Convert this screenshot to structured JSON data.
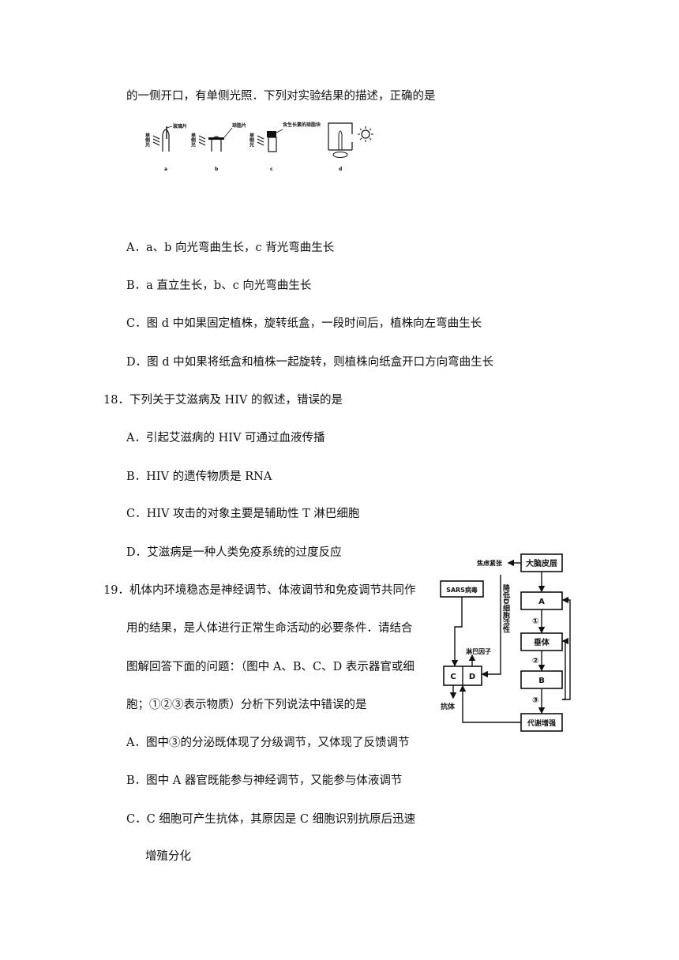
{
  "q17": {
    "stem_tail": "的一侧开口，有单侧光照．下列对实验结果的描述，正确的是",
    "figure": {
      "light_label": "单侧光",
      "glass_label": "玻璃片",
      "agar_label": "琼脂片",
      "auxin_agar_label": "含生长素的琼脂块",
      "panels": [
        "a",
        "b",
        "c",
        "d"
      ]
    },
    "options": [
      "A．a、b 向光弯曲生长，c 背光弯曲生长",
      "B．a 直立生长，b、c 向光弯曲生长",
      "C．图 d 中如果固定植株，旋转纸盒，一段时间后，植株向左弯曲生长",
      "D．图 d 中如果将纸盒和植株一起旋转，则植株向纸盒开口方向弯曲生长"
    ]
  },
  "q18": {
    "stem": "18．下列关于艾滋病及 HIV 的叙述，错误的是",
    "options": [
      "A．引起艾滋病的 HIV 可通过血液传播",
      "B．HIV 的遗传物质是 RNA",
      "C．HIV 攻击的对象主要是辅助性 T 淋巴细胞",
      "D．艾滋病是一种人类免疫系统的过度反应"
    ]
  },
  "q19": {
    "stem_lines": [
      "19．机体内环境稳态是神经调节、体液调节和免疫调节共同作",
      "用的结果，是人体进行正常生命活动的必要条件．请结合",
      "图解回答下面的问题：（图中 A、B、C、D 表示器官或细",
      "胞；①②③表示物质）分析下列说法中错误的是"
    ],
    "options": [
      "A．图中③的分泌既体现了分级调节，又体现了反馈调节",
      "B．图中 A 器官既能参与神经调节，又能参与体液调节",
      "C．C 细胞可产生抗体，其原因是 C 细胞识别抗原后迅速",
      "增殖分化"
    ],
    "diagram": {
      "cortex": "大脑皮层",
      "anxiety": "焦虑紧张",
      "node_a": "A",
      "pituitary": "垂体",
      "node_b": "B",
      "metabolism": "代谢增强",
      "sars": "SARS病毒",
      "lymphokine": "淋巴因子",
      "node_c": "C",
      "node_d": "D",
      "antibody": "抗体",
      "reduce_d": "降低D细胞活性",
      "m1": "①",
      "m2": "②",
      "m3": "③"
    }
  }
}
